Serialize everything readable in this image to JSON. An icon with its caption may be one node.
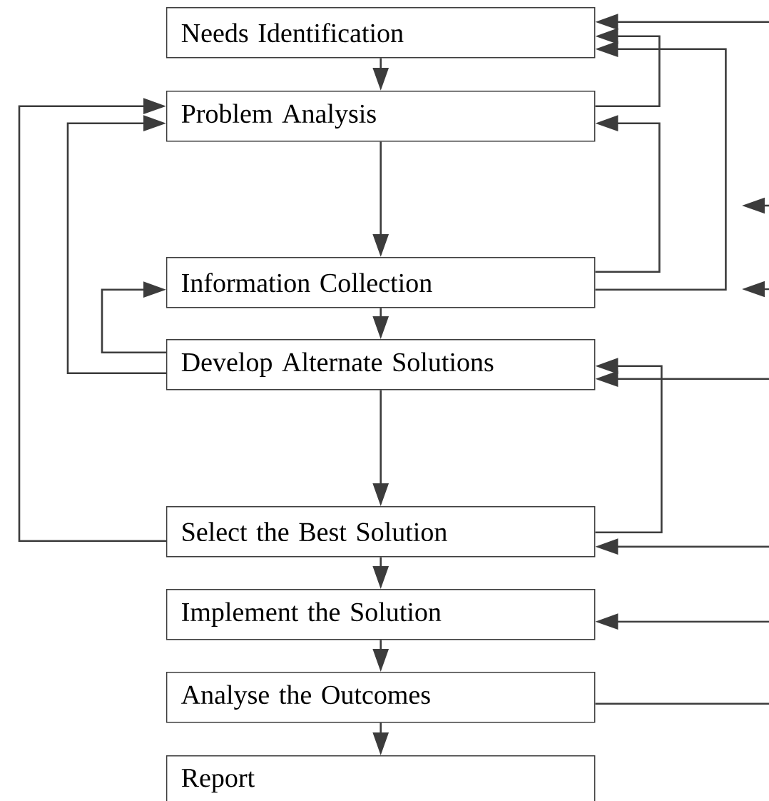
{
  "diagram": {
    "nodes": [
      {
        "text": [
          "Needs Identification"
        ]
      },
      {
        "text": [
          "Problem Analysis"
        ]
      },
      {
        "text": [
          "Information Collection"
        ]
      },
      {
        "text": [
          "Develop Alternate Solutions"
        ]
      },
      {
        "text": [
          "Select the Best Solution"
        ]
      },
      {
        "text": [
          "Implement the Solution"
        ]
      },
      {
        "text": [
          "Analyse the Outcomes"
        ]
      },
      {
        "text": [
          "Report"
        ]
      }
    ],
    "edges": [
      {
        "from": 0,
        "to": 1,
        "arrow": "to"
      },
      {
        "from": 1,
        "to": 2,
        "arrow": "to"
      },
      {
        "from": 2,
        "to": 3,
        "arrow": "to"
      },
      {
        "from": 3,
        "to": 4,
        "arrow": "to"
      },
      {
        "from": 4,
        "to": 5,
        "arrow": "to"
      },
      {
        "from": 5,
        "to": 6,
        "arrow": "to"
      },
      {
        "from": 6,
        "to": 7,
        "arrow": "to"
      },
      {
        "from": 1,
        "to": 0,
        "arrow": "to"
      },
      {
        "from": 2,
        "to": 1,
        "arrow": "to"
      },
      {
        "from": 2,
        "to": 0,
        "arrow": "to"
      },
      {
        "from": 3,
        "to": 2,
        "arrow": "to"
      },
      {
        "from": 3,
        "to": 1,
        "arrow": "to"
      },
      {
        "from": 4,
        "to": 1,
        "arrow": "to"
      },
      {
        "from": 4,
        "to": 3,
        "arrow": "to"
      },
      {
        "from": null,
        "to": 0,
        "arrow": "to"
      },
      {
        "from": null,
        "to": 3,
        "arrow": "to"
      },
      {
        "from": null,
        "to": 4,
        "arrow": "to"
      },
      {
        "from": null,
        "to": 5,
        "arrow": "to"
      },
      {
        "from": 6,
        "to": null,
        "arrow": "none"
      }
    ]
  }
}
